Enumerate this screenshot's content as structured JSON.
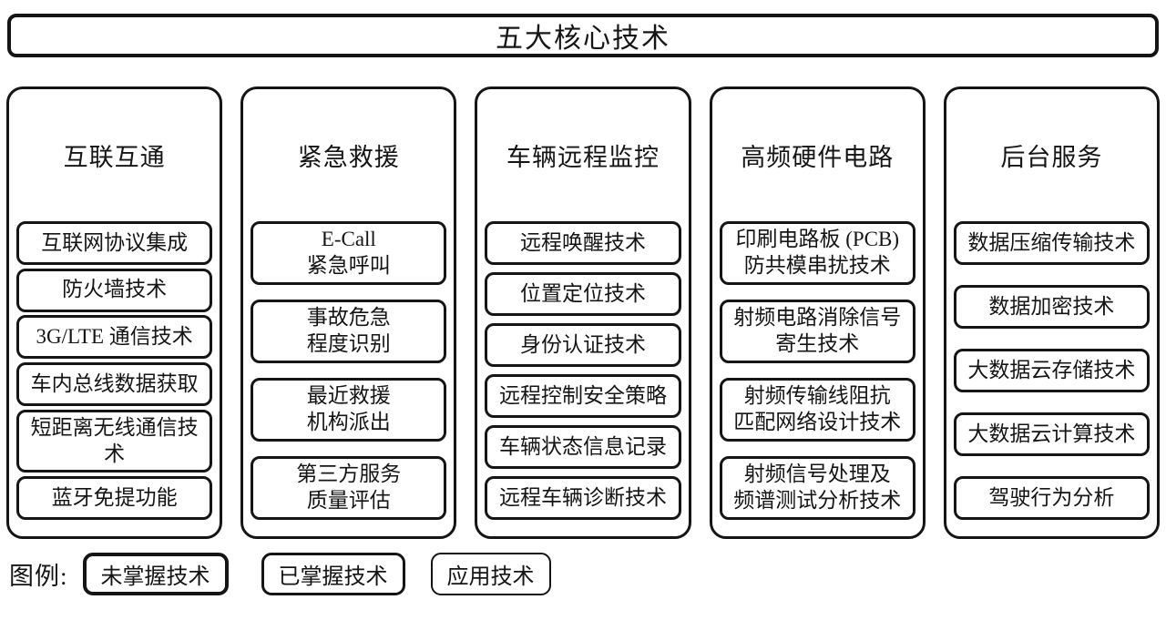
{
  "title": "五大核心技术",
  "columns": [
    {
      "header": "互联互通",
      "items": [
        "互联网协议集成",
        "防火墙技术",
        "3G/LTE 通信技术",
        "车内总线数据获取",
        "短距离无线通信技术",
        "蓝牙免提功能"
      ]
    },
    {
      "header": "紧急救援",
      "items": [
        "E-Call\n紧急呼叫",
        "事故危急\n程度识别",
        "最近救援\n机构派出",
        "第三方服务\n质量评估"
      ]
    },
    {
      "header": "车辆远程监控",
      "items": [
        "远程唤醒技术",
        "位置定位技术",
        "身份认证技术",
        "远程控制安全策略",
        "车辆状态信息记录",
        "远程车辆诊断技术"
      ]
    },
    {
      "header": "高频硬件电路",
      "items": [
        "印刷电路板 (PCB)\n防共模串扰技术",
        "射频电路消除信号\n寄生技术",
        "射频传输线阻抗\n匹配网络设计技术",
        "射频信号处理及\n频谱测试分析技术"
      ]
    },
    {
      "header": "后台服务",
      "items": [
        "数据压缩传输技术",
        "数据加密技术",
        "大数据云存储技术",
        "大数据云计算技术",
        "驾驶行为分析"
      ]
    }
  ],
  "legend": {
    "label": "图例:",
    "entries": [
      "未掌握技术",
      "已掌握技术",
      "应用技术"
    ]
  },
  "colors": {
    "line": "#151515",
    "background": "#ffffff"
  }
}
